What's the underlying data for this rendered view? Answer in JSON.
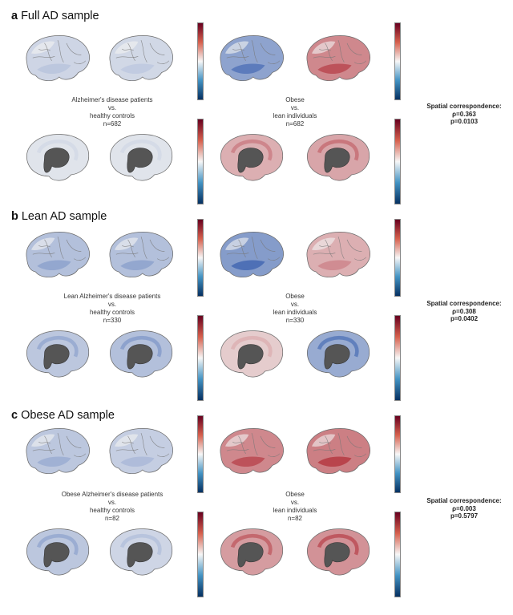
{
  "panels": [
    {
      "letter": "a",
      "title": "Full AD sample",
      "label_left": [
        "Alzheimer's disease patients",
        "vs.",
        "healthy controls",
        "n=682"
      ],
      "label_right": [
        "Obese",
        "vs.",
        "lean individuals",
        "n=682"
      ],
      "stats": [
        "Spatial correspondence:",
        "ρ=0.363",
        "p=0.0103"
      ]
    },
    {
      "letter": "b",
      "title": "Lean AD sample",
      "label_left": [
        "Lean Alzheimer's disease patients",
        "vs.",
        "healthy controls",
        "n=330"
      ],
      "label_right": [
        "Obese",
        "vs.",
        "lean individuals",
        "n=330"
      ],
      "stats": [
        "Spatial correspondence:",
        "ρ=0.308",
        "p=0.0402"
      ]
    },
    {
      "letter": "c",
      "title": "Obese AD sample",
      "label_left": [
        "Obese Alzheimer's disease patients",
        "vs.",
        "healthy controls",
        "n=82"
      ],
      "label_right": [
        "Obese",
        "vs.",
        "lean individuals",
        "n=82"
      ],
      "stats": [
        "Spatial correspondence:",
        "ρ=0.003",
        "p=0.5797"
      ]
    }
  ],
  "colors": {
    "diverging_top": "#67001f",
    "diverging_mid": "#f7f7f7",
    "diverging_bottom": "#053061",
    "lean_blue": "#9db4d8",
    "obese_red": "#c9777a",
    "medial_wall": "#555555"
  },
  "brain_tints": {
    "a": {
      "ll": 0.2,
      "lr": 0.18,
      "rl": 0.55,
      "rr": -0.55,
      "mll": 0.1,
      "mlr": 0.1,
      "mrl": -0.35,
      "mrr": -0.4
    },
    "b": {
      "ll": 0.35,
      "lr": 0.35,
      "rl": 0.6,
      "rr": -0.35,
      "mll": 0.3,
      "mlr": 0.35,
      "mrl": -0.2,
      "mrr": 0.5
    },
    "c": {
      "ll": 0.3,
      "lr": 0.25,
      "rl": -0.55,
      "rr": -0.6,
      "mll": 0.3,
      "mlr": 0.2,
      "mrl": -0.45,
      "mrr": -0.5
    }
  }
}
